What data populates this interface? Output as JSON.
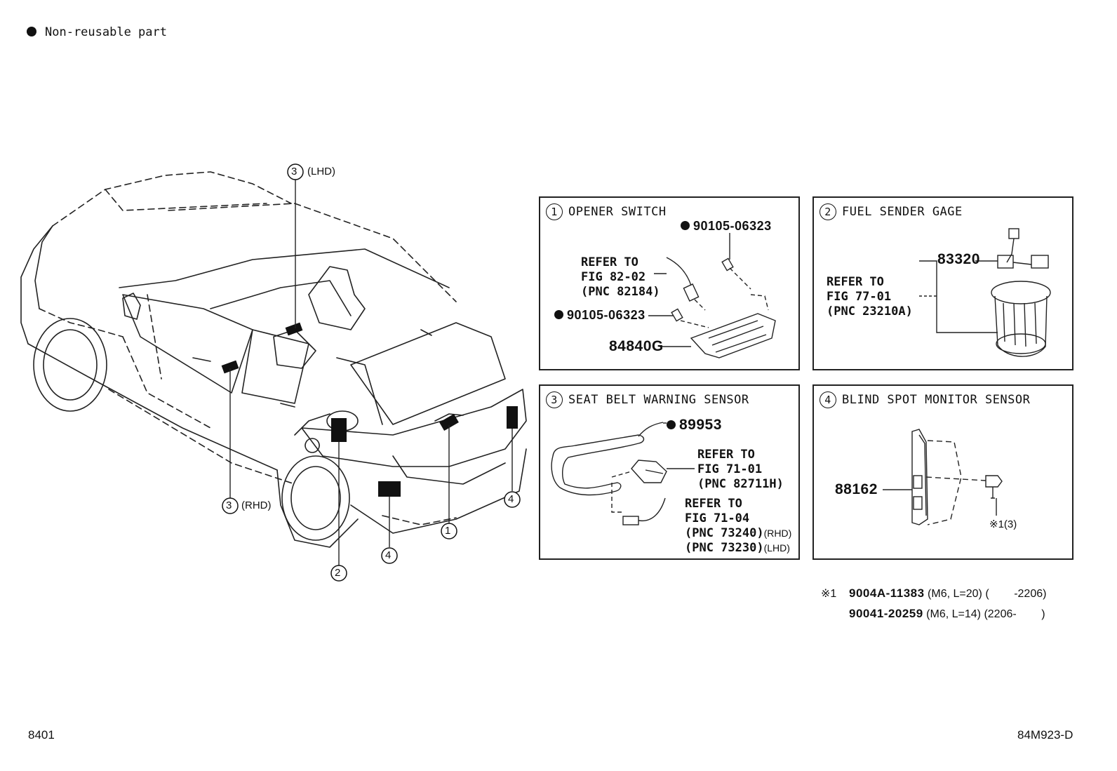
{
  "legend": {
    "label": "Non-reusable part"
  },
  "overview": {
    "callouts": {
      "c3_lhd_num": "3",
      "c3_lhd_label": "(LHD)",
      "c3_rhd_num": "3",
      "c3_rhd_label": "(RHD)",
      "c2_num": "2",
      "c4a_num": "4",
      "c1_num": "1",
      "c4b_num": "4"
    }
  },
  "panels": {
    "p1": {
      "number": "1",
      "title": "OPENER SWITCH",
      "bolt_top": "90105-06323",
      "refer": [
        "REFER TO",
        "FIG 82-02",
        "(PNC 82184)"
      ],
      "bolt_left": "90105-06323",
      "part": "84840G"
    },
    "p2": {
      "number": "2",
      "title": "FUEL SENDER GAGE",
      "part": "83320",
      "refer": [
        "REFER TO",
        "FIG 77-01",
        "(PNC 23210A)"
      ]
    },
    "p3": {
      "number": "3",
      "title": "SEAT BELT WARNING SENSOR",
      "part": "89953",
      "refer_a": [
        "REFER TO",
        "FIG 71-01",
        "(PNC 82711H)"
      ],
      "refer_b": [
        "REFER TO",
        "FIG 71-04"
      ],
      "refer_b_rhd": "(PNC 73240)",
      "refer_b_rhd_tag": "(RHD)",
      "refer_b_lhd": "(PNC 73230)",
      "refer_b_lhd_tag": "(LHD)"
    },
    "p4": {
      "number": "4",
      "title": "BLIND SPOT MONITOR SENSOR",
      "part": "88162",
      "note_ref": "※1",
      "qty": "(3)"
    }
  },
  "footnote": {
    "mark": "※1",
    "rows": [
      {
        "part": "9004A-11383",
        "spec": "(M6, L=20)",
        "range": "(        -2206)"
      },
      {
        "part": "90041-20259",
        "spec": "(M6, L=14)",
        "range": "(2206-        )"
      }
    ]
  },
  "page_code_left": "8401",
  "page_code_right": "84M923-D"
}
